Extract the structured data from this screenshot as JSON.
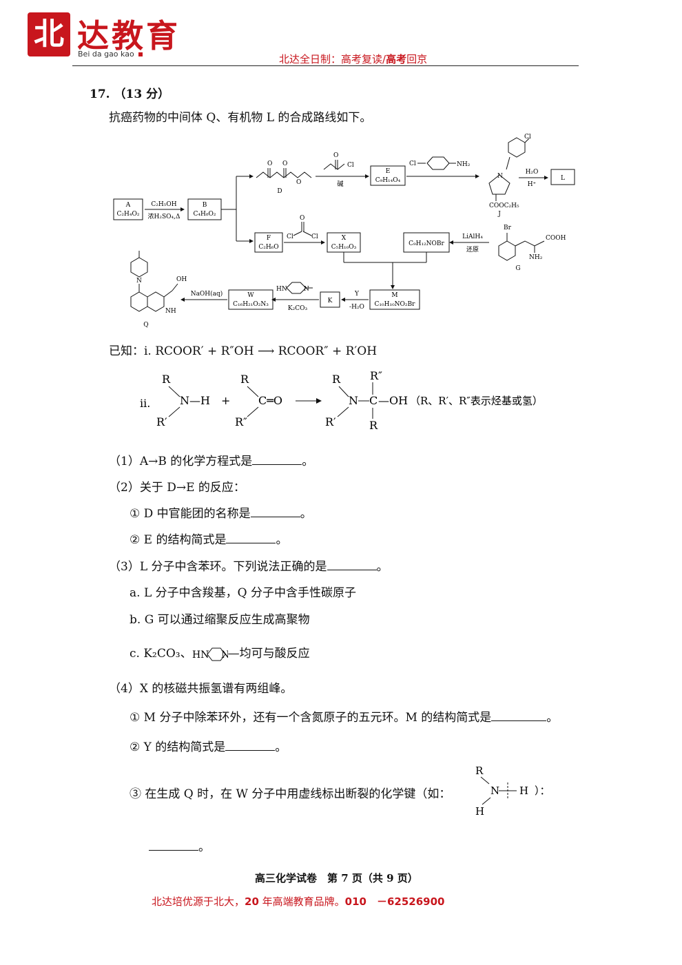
{
  "header": {
    "logo_char": "北",
    "logo_title": "达教育",
    "logo_sub": "Bei da gao kao",
    "slogan_part1": "北达全日制：高考复读/",
    "slogan_bold": "高考",
    "slogan_part2": "回京"
  },
  "question": {
    "number": "17. （13 分）",
    "intro": "抗癌药物的中间体 Q、有机物 L 的合成路线如下。"
  },
  "scheme": {
    "A_label": "A",
    "A_formula": "C₂H₄O₂",
    "reagent_AB_top": "C₂H₅OH",
    "reagent_AB_bottom": "浓H₂SO₄,Δ",
    "B_label": "B",
    "B_formula": "C₄H₈O₂",
    "D_label": "D",
    "reagent_DE_bottom": "碱",
    "E_label": "E",
    "E_formula": "C₉H₁₄O₄",
    "Cl": "Cl",
    "NH2": "NH₂",
    "J_label": "J",
    "J_ester": "COOC₂H₅",
    "reagent_JL_top": "H₂O",
    "reagent_JL_bottom": "H⁺",
    "L_label": "L",
    "F_label": "F",
    "F_formula": "C₂H₆O",
    "X_label": "X",
    "X_formula": "C₅H₁₀O₃",
    "G_precursor_formula": "C₉H₁₂NOBr",
    "reagent_G_top": "LiAlH₄",
    "reagent_G_bottom": "还原",
    "Br": "Br",
    "COOH": "COOH",
    "G_label": "G",
    "M_label": "M",
    "M_formula": "C₁₀H₁₀NO₂Br",
    "reagent_MK_top": "Y",
    "reagent_MK_bottom": "-H₂O",
    "K_label": "K",
    "reagent_KW_bottom": "K₂CO₃",
    "W_label": "W",
    "W_formula": "C₁₆H₂₁O₂N₃",
    "reagent_WQ_top": "NaOH(aq)",
    "OH": "OH",
    "NH": "NH",
    "N": "N",
    "HN": "HN",
    "Q_label": "Q",
    "O": "O"
  },
  "known": {
    "label": "已知：",
    "i": "i. RCOOR′ + R″OH ⟶ RCOOR″ + R′OH",
    "ii_label": "ii.",
    "ii_note": "（R、R′、R″表示烃基或氢）",
    "R": "R",
    "R1": "R′",
    "R2": "R″",
    "NH": "N—H",
    "plus": "+",
    "CO": "C═O",
    "N": "N",
    "C": "C",
    "OH": "—OH"
  },
  "parts": {
    "p1": "（1）A→B 的化学方程式是",
    "p2": "（2）关于 D→E 的反应：",
    "p2a": "① D 中官能团的名称是",
    "p2b": "② E 的结构简式是",
    "p3": "（3）L 分子中含苯环。下列说法正确的是",
    "p3a": "a.  L 分子中含羧基，Q 分子中含手性碳原子",
    "p3b": "b. G 可以通过缩聚反应生成高聚物",
    "p3c_pre": "c. K₂CO₃、",
    "p3c_post": "—均可与酸反应",
    "p4": "（4）X 的核磁共振氢谱有两组峰。",
    "p4a": "① M 分子中除苯环外，还有一个含氮原子的五元环。M 的结构简式是",
    "p4b": "② Y 的结构简式是",
    "p4c": "③ 在生成 Q 时，在 W 分子中用虚线标出断裂的化学键（如：",
    "p4c_end": "）：",
    "period": "。"
  },
  "footer": {
    "page": "高三化学试卷　第 7 页（共 9 页）",
    "ad_part1": "北达培优源于北大，",
    "ad_bold1": "20",
    "ad_part2": " 年高端教育品牌。",
    "ad_bold2": "010　－62526900"
  }
}
